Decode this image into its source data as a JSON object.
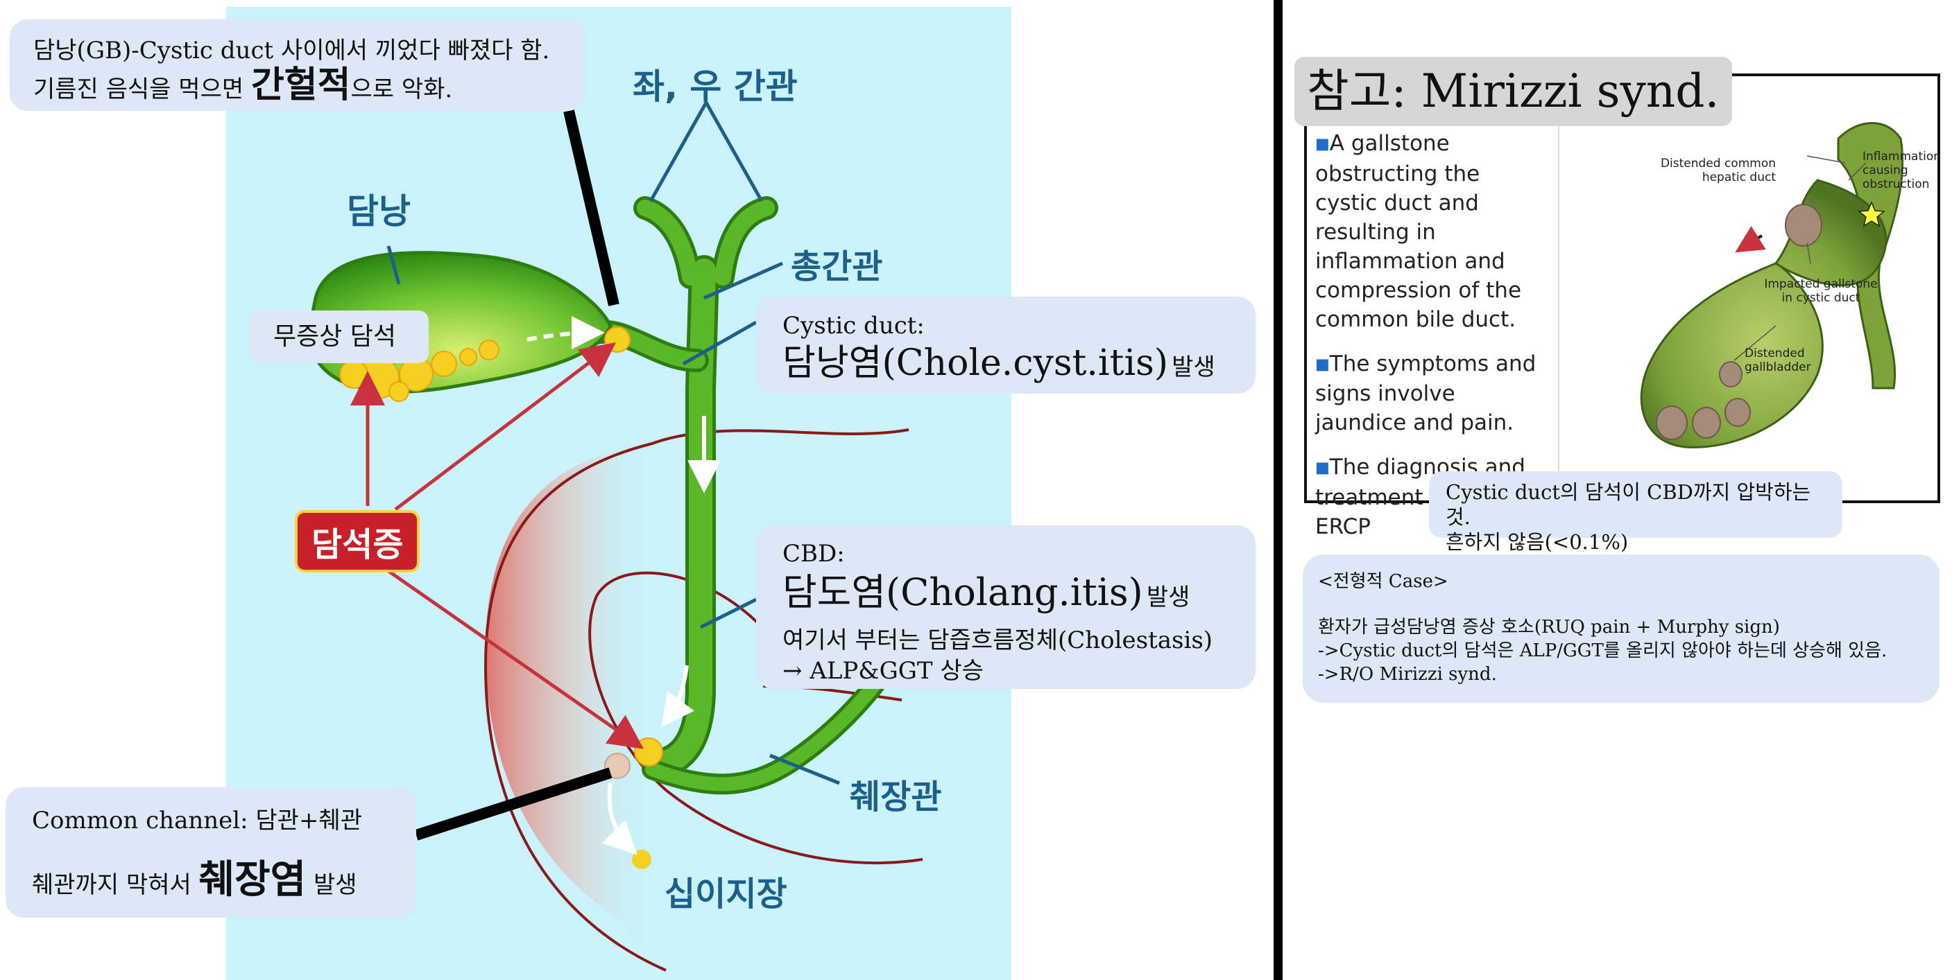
{
  "diagram": {
    "label_left_right_hepatic": "좌, 우 간관",
    "label_gallbladder": "담낭",
    "label_common_hepatic": "총간관",
    "label_pancreatic_duct": "췌장관",
    "label_duodenum": "십이지장",
    "label_cholelithiasis": "담석증"
  },
  "callouts": {
    "gb_cystic": {
      "line1": "담낭(GB)-Cystic duct 사이에서 끼었다 빠졌다 함.",
      "line2_prefix": "기름진 음식을 먹으면 ",
      "line2_big": "간헐적",
      "line2_suffix": "으로 악화."
    },
    "asymptomatic": "무증상 담석",
    "cystic_duct": {
      "title": "Cystic duct:",
      "big": "담낭염(Chole.cyst.itis)",
      "suffix": "발생"
    },
    "cbd": {
      "title": "CBD:",
      "big": "담도염(Cholang.itis)",
      "suffix": "발생",
      "line3": "여기서 부터는 담즙흐름정체(Cholestasis)",
      "line4": "→ ALP&GGT 상승"
    },
    "common_channel": {
      "line1": "Common channel: 담관+췌관",
      "line2_prefix": "췌관까지 막혀서 ",
      "line2_big": "췌장염",
      "line2_suffix": " 발생"
    }
  },
  "reference": {
    "title": "참고: Mirizzi synd.",
    "bullets": [
      "A gallstone obstructing the cystic duct and resulting in inflammation and compression of the common bile duct.",
      "The symptoms and signs involve jaundice and pain.",
      "The diagnosis and treatment involve ERCP"
    ],
    "figure_labels": {
      "distended_hepatic": "Distended common hepatic duct",
      "inflammation": "Inflammation causing obstruction",
      "impacted": "Impacted gallstone in cystic duct",
      "distended_gb": "Distended gallbladder"
    },
    "note_line1": "Cystic duct의 담석이 CBD까지 압박하는 것.",
    "note_line2": "흔하지 않음(<0.1%)"
  },
  "case": {
    "heading": "<전형적 Case>",
    "line1": "환자가 급성담낭염 증상 호소(RUQ pain + Murphy sign)",
    "line2": "->Cystic duct의 담석은 ALP/GGT를 올리지 않아야 하는데 상승해 있음.",
    "line3": "->R/O Mirizzi synd."
  },
  "colors": {
    "panel_bg": "#c9f2fa",
    "bubble": "#dce8f5",
    "duct_green": "#5ab828",
    "duct_outline": "#2e7d12",
    "arrow_red": "#c8323c",
    "label_blue": "#1c5f8a"
  }
}
